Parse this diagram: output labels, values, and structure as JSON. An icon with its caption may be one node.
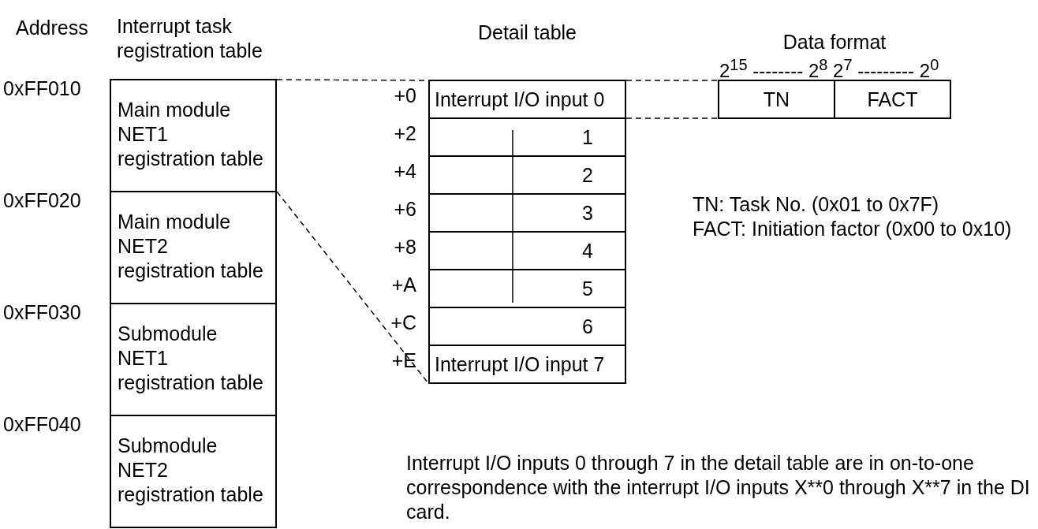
{
  "diagram": {
    "nodes": [
      {
        "text": [
          "Interrupt task registration table"
        ]
      },
      {
        "text": [
          "Main module NET1 registration table"
        ],
        "in": 0
      },
      {
        "text": [
          "Main module NET2 registration table"
        ],
        "in": 0
      },
      {
        "text": [
          "Submodule NET1 registration table"
        ],
        "in": 0
      },
      {
        "text": [
          "Submodule NET2 registration table"
        ],
        "in": 0
      },
      {
        "text": [
          "Detail table"
        ]
      },
      {
        "text": [
          "Interrupt I/O input 0"
        ],
        "in": 5
      },
      {
        "text": [
          "1"
        ],
        "in": 5
      },
      {
        "text": [
          "2"
        ],
        "in": 5
      },
      {
        "text": [
          "3"
        ],
        "in": 5
      },
      {
        "text": [
          "4"
        ],
        "in": 5
      },
      {
        "text": [
          "5"
        ],
        "in": 5
      },
      {
        "text": [
          "6"
        ],
        "in": 5
      },
      {
        "text": [
          "Interrupt I/O input 7"
        ],
        "in": 5
      },
      {
        "text": [
          "Data format"
        ]
      },
      {
        "text": [
          "TN"
        ],
        "in": 14
      },
      {
        "text": [
          "FACT"
        ],
        "in": 14
      }
    ],
    "edges": [
      {
        "from": 1,
        "to": 5,
        "arrow": "none",
        "style": "dashed"
      },
      {
        "from": 1,
        "to": 5,
        "arrow": "none",
        "style": "dashed"
      },
      {
        "from": 6,
        "to": 14,
        "arrow": "none",
        "style": "dashed"
      },
      {
        "from": 6,
        "to": 14,
        "arrow": "none",
        "style": "dashed"
      }
    ],
    "labels": [
      "Address",
      "0xFF010",
      "+0",
      "2$^{15}$ -------- 2$^{8}$ 2$^{7}$ --------- 2$^{0}$",
      "+2",
      "+4",
      "0xFF020",
      "+6",
      "TN: Task No. (0x01 to 0x7F)",
      "FACT: Initiation factor (0x00 to 0x10)",
      "+8",
      "+A",
      "0xFF030",
      "+C",
      "+E",
      "0xFF040",
      "Interrupt I/O inputs 0 through 7 in the detail table are in on-to-one correspondence with the interrupt I/O inputs X**0 through X**7 in the DI card."
    ]
  }
}
